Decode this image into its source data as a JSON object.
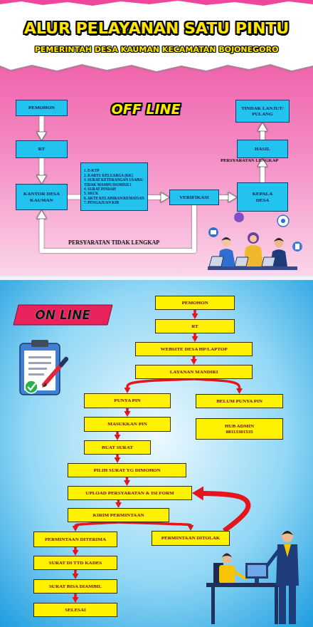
{
  "diagram": {
    "title": "ALUR PELAYANAN SATU PINTU",
    "nodes": [
      {
        "text": [
          "PEMOHON"
        ]
      },
      {
        "text": [
          "RT"
        ]
      },
      {
        "text": [
          "KANTOR DESA KAUMAN"
        ]
      },
      {
        "text": [
          "1. E-KTP",
          "2. KARTU KELUARGA (KK)",
          "3. SURAT KETERANGAN USAHA/ TIDAK MAMPU/DOMISILI",
          "4. SURAT PINDAH",
          "5. SKCK",
          "6. AKTE KELAHIRAN/KEMATIAN",
          "7. PENGAJUAN KIB"
        ]
      },
      {
        "text": [
          "VERIFIKASI"
        ]
      },
      {
        "text": [
          "KEPALA DESA"
        ]
      },
      {
        "text": [
          "HASIL"
        ]
      },
      {
        "text": [
          "TINDAK LANJUT/ PULANG"
        ]
      },
      {
        "text": [
          "PEMOHON"
        ]
      },
      {
        "text": [
          "RT"
        ]
      },
      {
        "text": [
          "WEBSITE DESA HP/LAPTOP"
        ]
      },
      {
        "text": [
          "LAYANAN MANDIRI"
        ]
      },
      {
        "text": [
          "PUNYA PIN"
        ]
      },
      {
        "text": [
          "BELUM PUNYA PIN"
        ]
      },
      {
        "text": [
          "MASUKKAN PIN"
        ]
      },
      {
        "text": [
          "HUB ADMIN 08113301535"
        ]
      },
      {
        "text": [
          "BUAT SURAT"
        ]
      },
      {
        "text": [
          "PILIH SURAT YG DIMOHON"
        ]
      },
      {
        "text": [
          "UPLOAD PERSYARATAN & ISI FORM"
        ]
      },
      {
        "text": [
          "KIRIM PERMINTAAN"
        ]
      },
      {
        "text": [
          "PERMINTAAN DITERIMA"
        ]
      },
      {
        "text": [
          "PERMINTAAN DITOLAK"
        ]
      },
      {
        "text": [
          "SURAT DI TTD KADES"
        ]
      },
      {
        "text": [
          "SURAT BISA DIAMBIL"
        ]
      },
      {
        "text": [
          "SELESAI"
        ]
      }
    ],
    "edges": [
      {
        "from": 0,
        "to": 1,
        "arrow": "to"
      },
      {
        "from": 1,
        "to": 2,
        "arrow": "to"
      },
      {
        "from": 2,
        "to": 3,
        "arrow": "none"
      },
      {
        "from": 3,
        "to": 4,
        "arrow": "to"
      },
      {
        "from": 4,
        "to": 5,
        "label": "PERSYARATAN LENGKAP",
        "arrow": "to"
      },
      {
        "from": 5,
        "to": 6,
        "arrow": "to"
      },
      {
        "from": 6,
        "to": 7,
        "arrow": "to"
      },
      {
        "from": 4,
        "to": 2,
        "label": "PERSYARATAN TIDAK LENGKAP",
        "arrow": "to"
      },
      {
        "from": 8,
        "to": 9,
        "arrow": "to"
      },
      {
        "from": 9,
        "to": 10,
        "arrow": "to"
      },
      {
        "from": 10,
        "to": 11,
        "arrow": "to"
      },
      {
        "from": 11,
        "to": 12,
        "arrow": "to"
      },
      {
        "from": 11,
        "to": 13,
        "arrow": "to"
      },
      {
        "from": 12,
        "to": 14,
        "arrow": "to"
      },
      {
        "from": 14,
        "to": 16,
        "arrow": "to"
      },
      {
        "from": 16,
        "to": 17,
        "arrow": "to"
      },
      {
        "from": 17,
        "to": 18,
        "arrow": "to"
      },
      {
        "from": 18,
        "to": 19,
        "arrow": "to"
      },
      {
        "from": 19,
        "to": 20,
        "arrow": "to"
      },
      {
        "from": 19,
        "to": 21,
        "arrow": "to"
      },
      {
        "from": 21,
        "to": 18,
        "arrow": "to"
      },
      {
        "from": 20,
        "to": 22,
        "arrow": "to"
      },
      {
        "from": 22,
        "to": 23,
        "arrow": "to"
      },
      {
        "from": 23,
        "to": 24,
        "arrow": "to"
      }
    ],
    "labels": [
      "PEMERINTAH DESA KAUMAN KECAMATAN BOJONEGORO",
      "OFF LINE",
      "ON LINE"
    ]
  }
}
